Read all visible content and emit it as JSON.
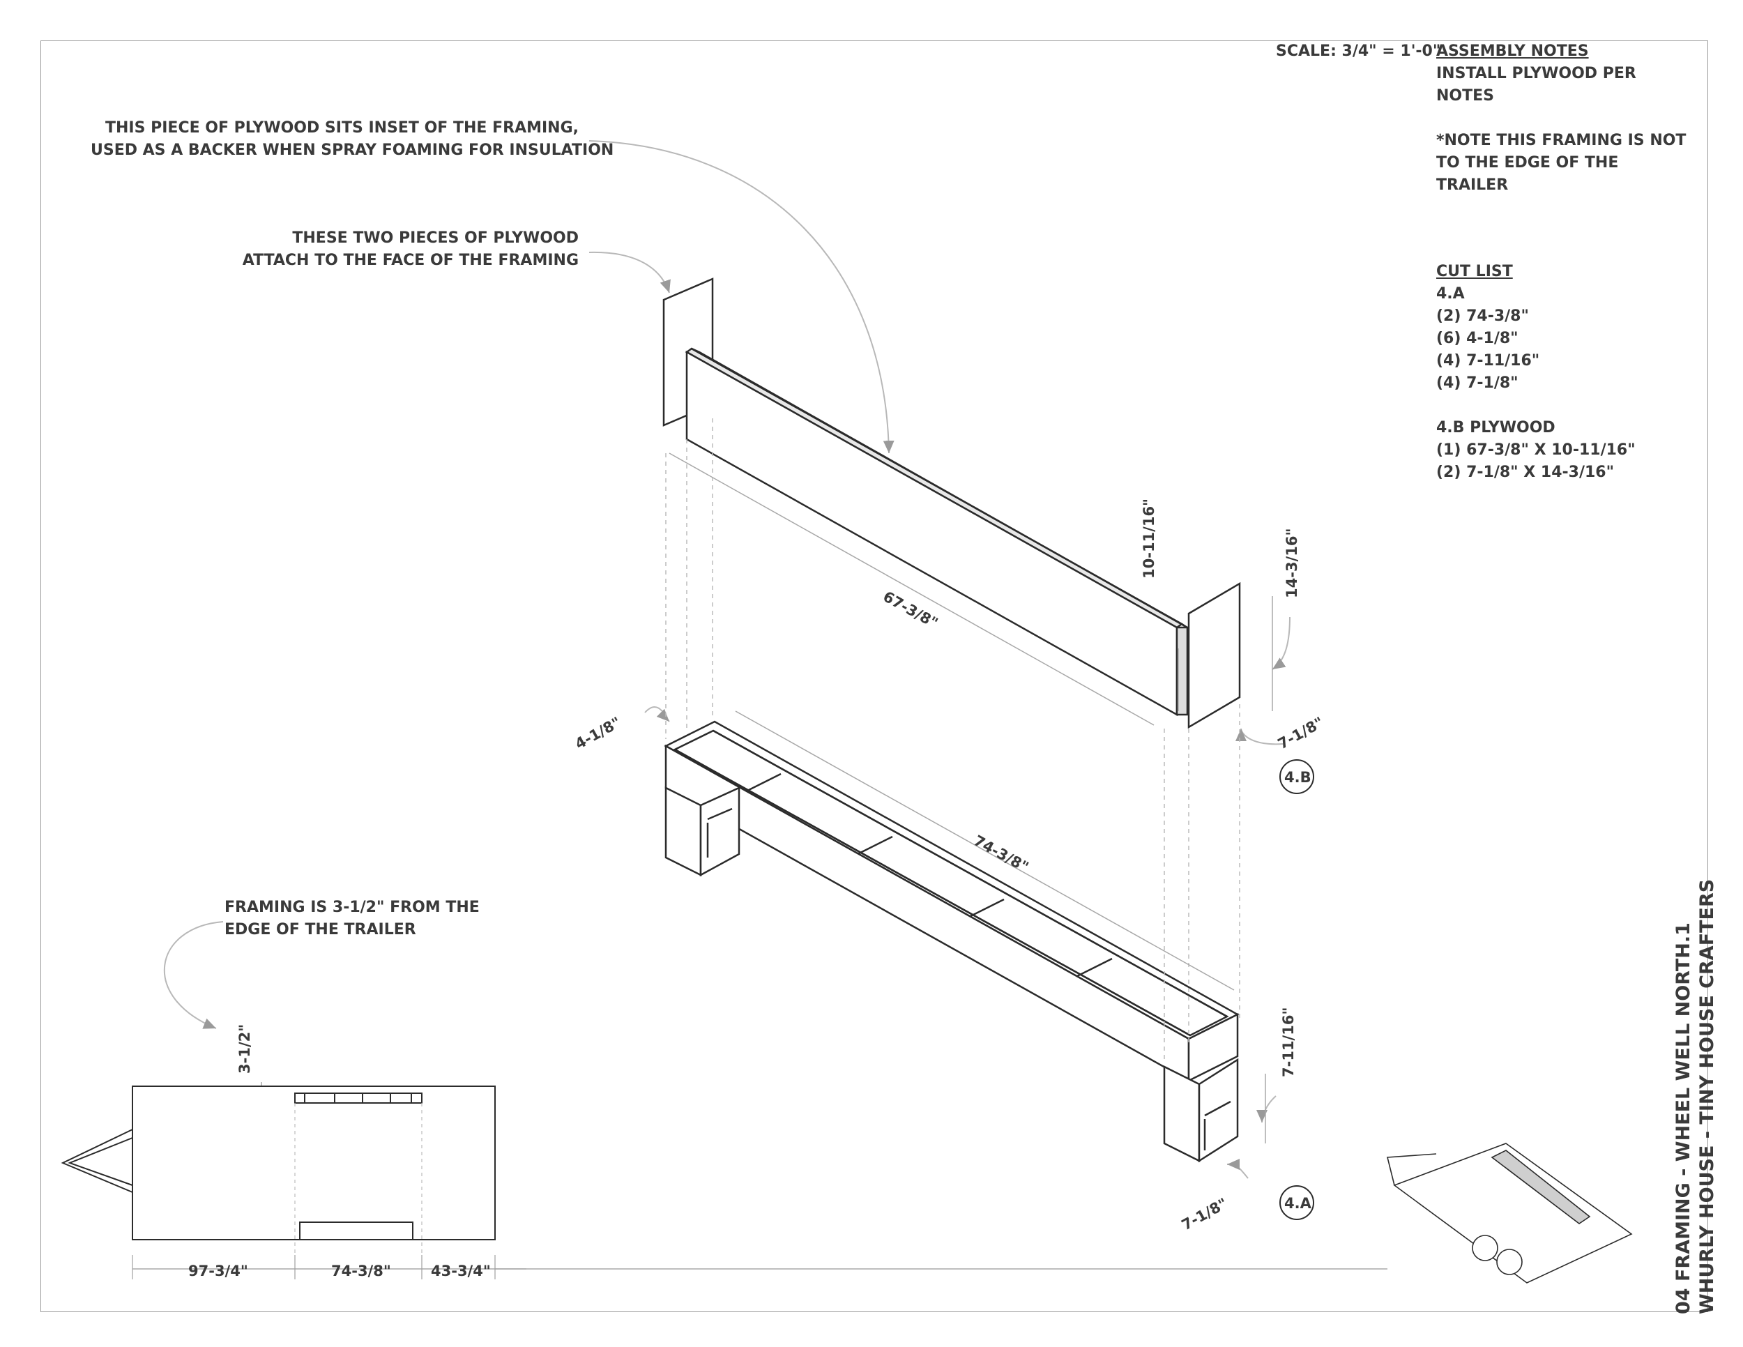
{
  "header": {
    "scale": "SCALE: 3/4\" = 1'-0\""
  },
  "assembly_notes": {
    "heading": "ASSEMBLY NOTES",
    "line1": "INSTALL PLYWOOD PER",
    "line2": "NOTES",
    "note1": "*NOTE THIS FRAMING IS NOT",
    "note2": "TO THE EDGE OF THE",
    "note3": "TRAILER"
  },
  "cut_list": {
    "heading": "CUT LIST",
    "group_a": "4.A",
    "a_items": [
      "(2) 74-3/8\"",
      "(6) 4-1/8\"",
      "(4) 7-11/16\"",
      "(4) 7-1/8\""
    ],
    "group_b": "4.B PLYWOOD",
    "b_items": [
      "(1) 67-3/8\" X 10-11/16\"",
      "(2) 7-1/8\" X 14-3/16\""
    ]
  },
  "callouts": {
    "inset_line1": "THIS PIECE OF PLYWOOD SITS INSET OF THE FRAMING,",
    "inset_line2": "USED AS A BACKER WHEN SPRAY FOAMING FOR INSULATION",
    "face_line1": "THESE TWO PIECES OF PLYWOOD",
    "face_line2": "ATTACH TO THE FACE OF THE FRAMING",
    "framing_line1": "FRAMING  IS 3-1/2\" FROM  THE",
    "framing_line2": "EDGE OF THE TRAILER"
  },
  "dimensions": {
    "plywood_length": "67-3/8\"",
    "plywood_height": "10-11/16\"",
    "side_height": "14-3/16\"",
    "side_width": "7-1/8\"",
    "frame_depth": "4-1/8\"",
    "frame_length": "74-3/8\"",
    "frame_height": "7-11/16\"",
    "frame_width": "7-1/8\"",
    "offset": "3-1/2\"",
    "plan_left": "97-3/4\"",
    "plan_mid": "74-3/8\"",
    "plan_right": "43-3/4\""
  },
  "tags": {
    "plywood": "4.B",
    "framing": "4.A"
  },
  "title_block": {
    "line1": "04 FRAMING - WHEEL WELL NORTH.1",
    "line2": "WHURLY HOUSE - TINY HOUSE CRAFTERS"
  }
}
